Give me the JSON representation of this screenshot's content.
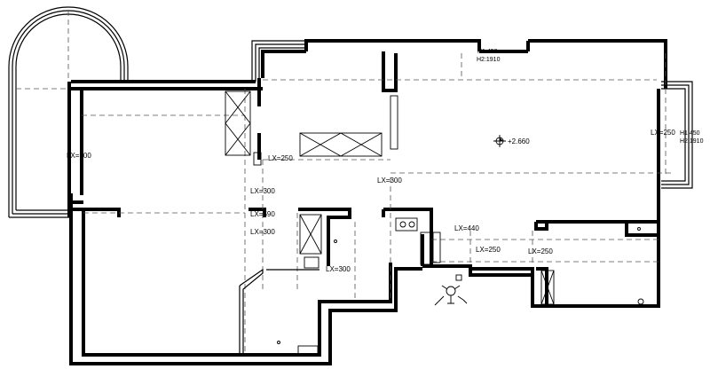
{
  "labels": {
    "lx300_left": "LX=300",
    "lx250_mid": "LX=250",
    "lx300_upper": "LX=300",
    "lx590": "LX=590",
    "lx300_lower": "LX=300",
    "lx300_center": "LX=300",
    "lx300_kitchen": "LX=300",
    "lx440": "LX=440",
    "lx250_right_a": "LX=250",
    "lx250_right_b": "LX=250",
    "lx250_far_right": "LX=250",
    "window_top_h1": "H1:450",
    "window_top_h2": "H2:1910",
    "window_right_h1": "H1:450",
    "window_right_h2": "H2:1910",
    "elevation": "+2.660"
  }
}
